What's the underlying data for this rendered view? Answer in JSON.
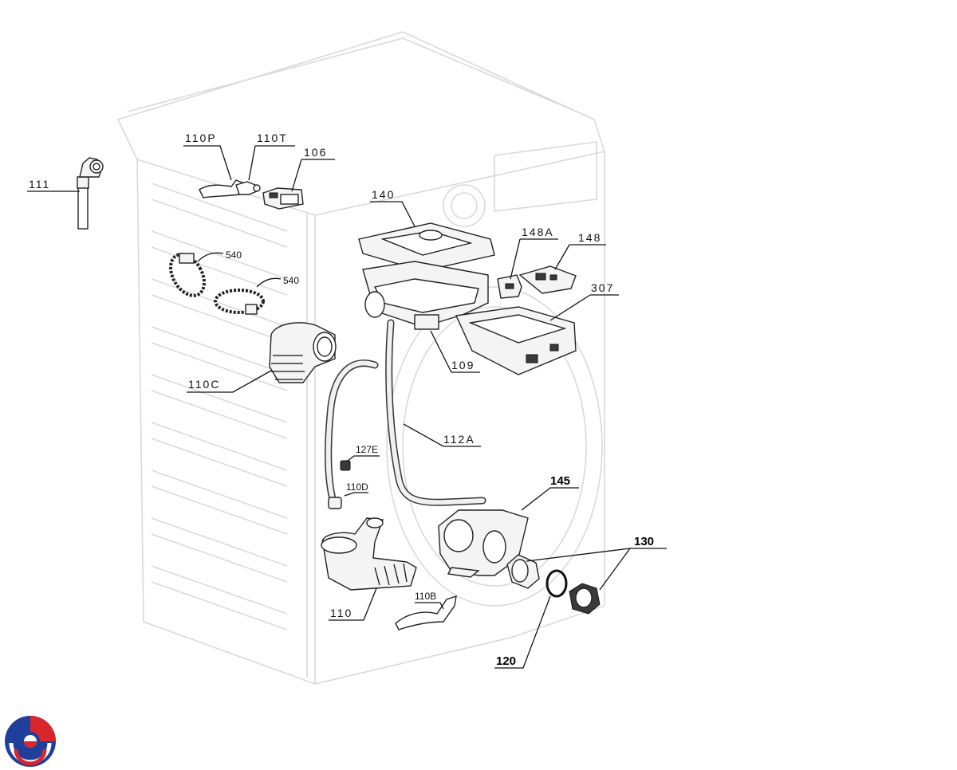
{
  "labels": {
    "p111": "111",
    "p110P": "110P",
    "p110T": "110T",
    "p106": "106",
    "p140": "140",
    "p148A": "148A",
    "p148": "148",
    "p307": "307",
    "p540a": "540",
    "p540b": "540",
    "p109": "109",
    "p110C": "110C",
    "p112A": "112A",
    "p127E": "127E",
    "p110D": "110D",
    "p145": "145",
    "p130": "130",
    "p110": "110",
    "p110B": "110B",
    "p120": "120"
  },
  "colors": {
    "logo_blue": "#1f3f9a",
    "logo_red": "#d7262c"
  }
}
